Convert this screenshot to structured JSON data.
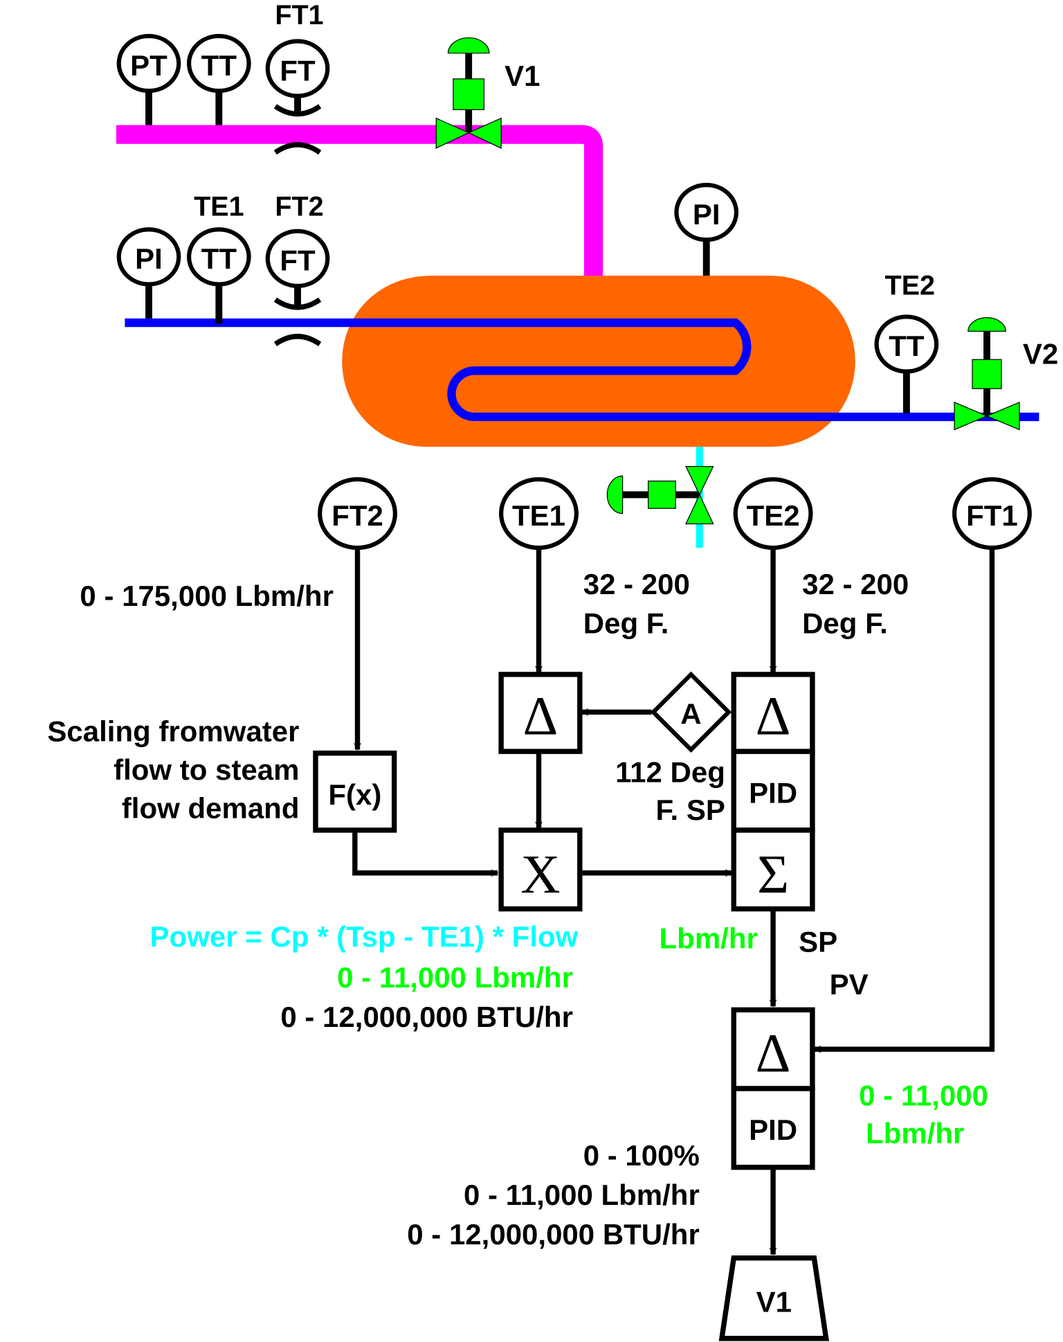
{
  "colors": {
    "steam_pipe": "#ff00ff",
    "water_pipe": "#0000ff",
    "vessel": "#ff6600",
    "valve": "#00ff00",
    "drain": "#00ffff",
    "formula": "#00ffff",
    "green_text": "#00ff00"
  },
  "process": {
    "steam_line_labels": {
      "ft1_tag": "FT1",
      "instruments": [
        "PT",
        "TT",
        "FT"
      ]
    },
    "water_line_labels": {
      "te1_tag": "TE1",
      "ft2_tag": "FT2",
      "instruments": [
        "PI",
        "TT",
        "FT"
      ]
    },
    "vessel_pi": "PI",
    "te2_tag": "TE2",
    "te2_instrument": "TT",
    "v1_label": "V1",
    "v2_label": "V2"
  },
  "control": {
    "bubbles": {
      "ft2": "FT2",
      "te1": "TE1",
      "te2": "TE2",
      "ft1": "FT1"
    },
    "ft2_range": "0 - 175,000 Lbm/hr",
    "te1_range": [
      "32 - 200",
      "Deg F."
    ],
    "te2_range": [
      "32 - 200",
      "Deg F."
    ],
    "scaling_note": [
      "Scaling fromwater",
      "flow to steam",
      "flow demand"
    ],
    "fx_block": "F(x)",
    "delta_symbol": "Δ",
    "mult_symbol": "X",
    "sum_symbol": "Σ",
    "pid_label": "PID",
    "a_block": "A",
    "setpoint_note": [
      "112 Deg",
      "F. SP"
    ],
    "formula": "Power = Cp * (Tsp - TE1) * Flow",
    "mult_range_green": "0 - 11,000 Lbm/hr",
    "mult_range_black": "0 - 12,000,000 BTU/hr",
    "sum_units": "Lbm/hr",
    "sp_label": "SP",
    "pv_label": "PV",
    "ft1_range": [
      "0 - 11,000",
      "Lbm/hr"
    ],
    "output_ranges": [
      "0 - 100%",
      "0 - 11,000 Lbm/hr",
      "0 - 12,000,000 BTU/hr"
    ],
    "final_element": "V1"
  }
}
